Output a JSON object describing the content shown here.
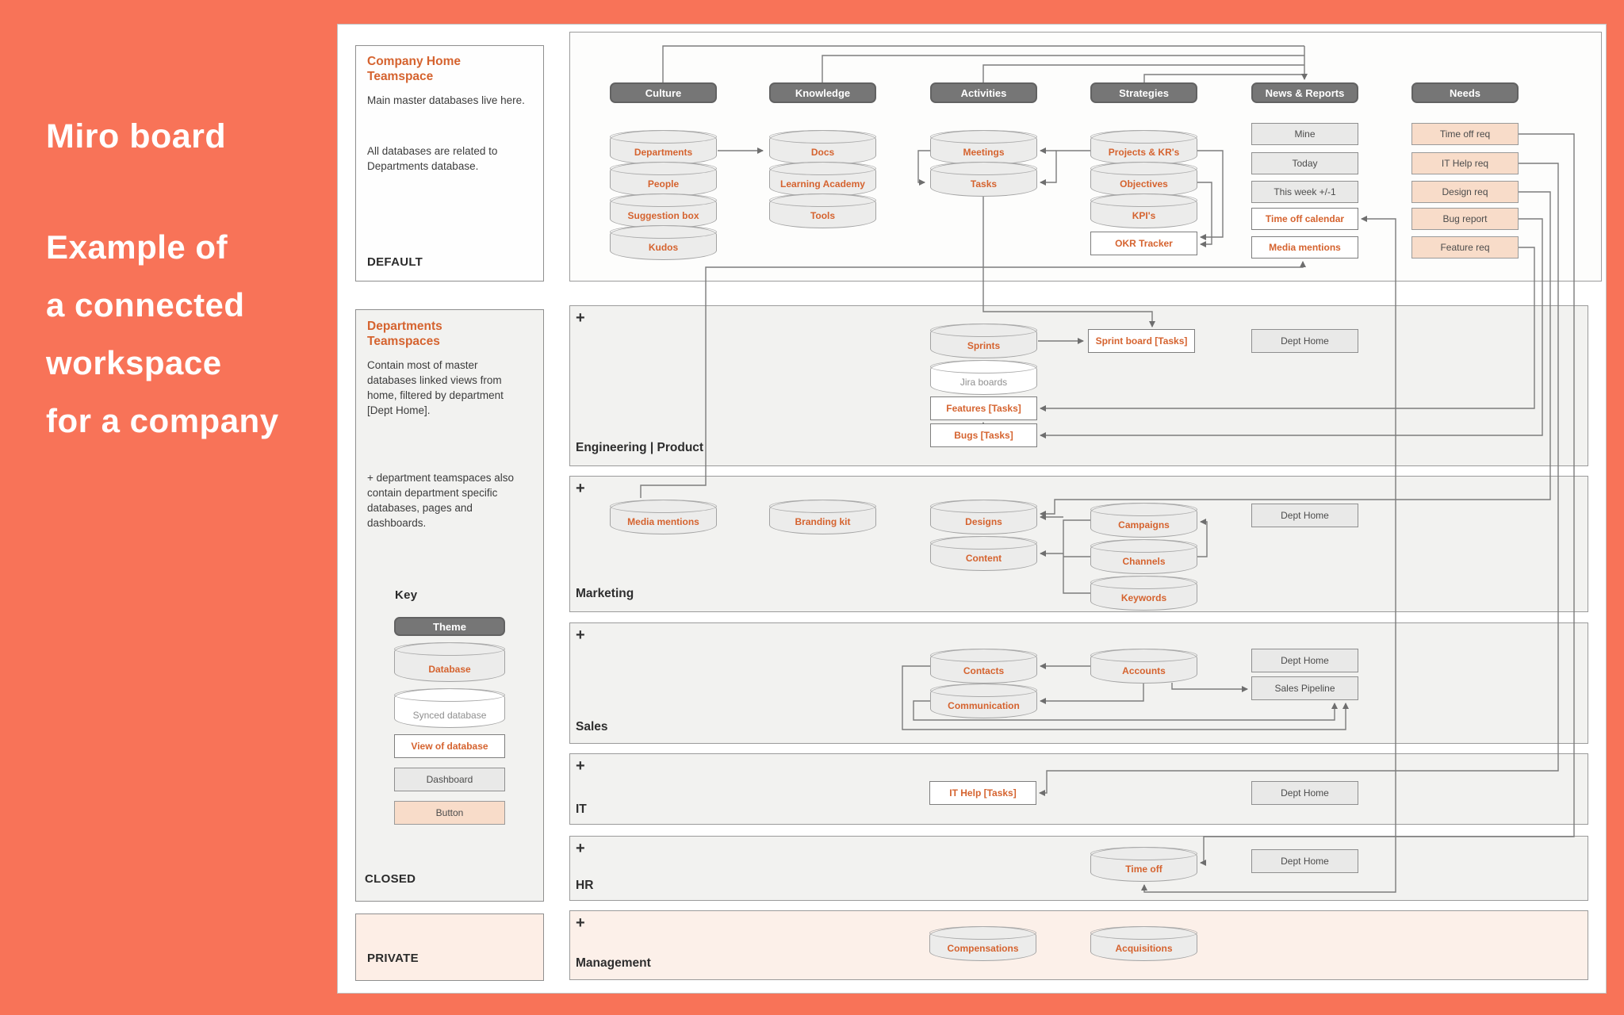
{
  "hero": {
    "title": "Miro board",
    "lines": [
      "Example of",
      "a connected",
      "workspace",
      "for a company"
    ]
  },
  "sidebar": {
    "home": {
      "title": "Company Home Teamspace",
      "body1": "Main master databases live here.",
      "body2": "All databases are related to Departments database.",
      "badge": "DEFAULT"
    },
    "departments": {
      "title": "Departments Teamspaces",
      "body1": "Contain most of master databases linked views from home, filtered by department [Dept Home].",
      "body2": "+ department teamspaces also contain department specific databases, pages and dashboards.",
      "key_title": "Key",
      "badge": "CLOSED"
    },
    "key": {
      "items": [
        "Theme",
        "Database",
        "Synced database",
        "View of database",
        "Dashboard",
        "Button"
      ]
    },
    "private": {
      "badge": "PRIVATE"
    }
  },
  "home": {
    "columns": [
      {
        "header": "Culture",
        "items": [
          "Departments",
          "People",
          "Suggestion box",
          "Kudos"
        ]
      },
      {
        "header": "Knowledge",
        "items": [
          "Docs",
          "Learning Academy",
          "Tools"
        ]
      },
      {
        "header": "Activities",
        "items": [
          "Meetings",
          "Tasks"
        ]
      },
      {
        "header": "Strategies",
        "items": [
          "Projects & KR's",
          "Objectives",
          "KPI's",
          "OKR Tracker"
        ]
      },
      {
        "header": "News & Reports",
        "items": [
          "Mine",
          "Today",
          "This week +/-1",
          "Time off calendar",
          "Media mentions"
        ]
      },
      {
        "header": "Needs",
        "items": [
          "Time off req",
          "IT Help req",
          "Design req",
          "Bug report",
          "Feature req"
        ]
      }
    ]
  },
  "rows": [
    {
      "plus": "+",
      "label": "Engineering | Product",
      "items": [
        "Sprints",
        "Jira boards",
        "Features [Tasks]",
        "Bugs [Tasks]",
        "Sprint board [Tasks]",
        "Dept Home"
      ]
    },
    {
      "plus": "+",
      "label": "Marketing",
      "items": [
        "Media mentions",
        "Branding kit",
        "Designs",
        "Content",
        "Campaigns",
        "Channels",
        "Keywords",
        "Dept Home"
      ]
    },
    {
      "plus": "+",
      "label": "Sales",
      "items": [
        "Contacts",
        "Communication",
        "Accounts",
        "Dept Home",
        "Sales Pipeline"
      ]
    },
    {
      "plus": "+",
      "label": "IT",
      "items": [
        "IT Help [Tasks]",
        "Dept Home"
      ]
    },
    {
      "plus": "+",
      "label": "HR",
      "items": [
        "Time off",
        "Dept Home"
      ]
    },
    {
      "plus": "+",
      "label": "Management",
      "items": [
        "Compensations",
        "Acquisitions"
      ]
    }
  ],
  "colors": {
    "page_background": "#f87358",
    "accent_text": "#d5632f",
    "theme_pill": "#767676",
    "database_fill": "#ececeb",
    "button_fill": "#f8dcc9",
    "row_fill": "#f2f2f0",
    "private_fill": "#fdeee6",
    "wire": "#7c7c7c"
  }
}
